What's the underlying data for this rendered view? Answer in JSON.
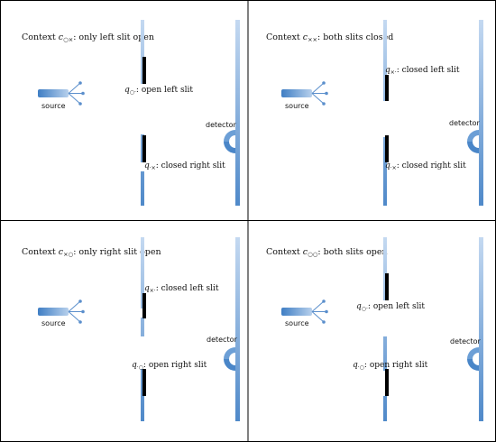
{
  "panels": [
    {
      "context_sub": "○×",
      "context_desc": ": only left slit open",
      "labels": [
        {
          "q_sub": "○·",
          "text": ": open left slit"
        },
        {
          "q_sub": "·×",
          "text": ": closed right slit"
        }
      ],
      "source_label": "source",
      "detector_label": "detector"
    },
    {
      "context_sub": "××",
      "context_desc": ": both slits closed",
      "labels": [
        {
          "q_sub": "×·",
          "text": ": closed left slit"
        },
        {
          "q_sub": "·×",
          "text": ": closed right slit"
        }
      ],
      "source_label": "source",
      "detector_label": "detector"
    },
    {
      "context_sub": "×○",
      "context_desc": ": only right slit open",
      "labels": [
        {
          "q_sub": "×·",
          "text": ": closed left slit"
        },
        {
          "q_sub": "·○",
          "text": ": open right slit"
        }
      ],
      "source_label": "source",
      "detector_label": "detector"
    },
    {
      "context_sub": "○○",
      "context_desc": ": both slits open",
      "labels": [
        {
          "q_sub": "○·",
          "text": ": open left slit"
        },
        {
          "q_sub": "·○",
          "text": ": open right slit"
        }
      ],
      "source_label": "source",
      "detector_label": "detector"
    }
  ],
  "colors": {
    "barrier_light": "#bcd3ee",
    "barrier_dark": "#4a86c8",
    "shutter": "#000000",
    "frame": "#000000"
  }
}
